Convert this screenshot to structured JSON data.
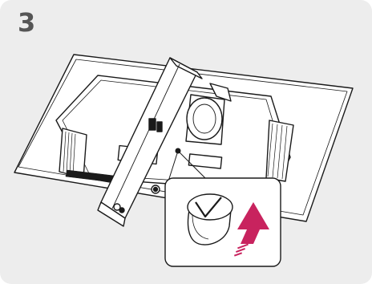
{
  "step": {
    "number": "3"
  },
  "colors": {
    "panel_background": "#ededed",
    "step_number": "#555555",
    "line_art": "#1a1a1a",
    "arrow_accent": "#c8235e"
  },
  "icons": {
    "monitor": "monitor-back-line-art",
    "stand": "stand-body-line-art",
    "knob": "release-knob-line-art",
    "arrow": "up-arrow-icon"
  }
}
